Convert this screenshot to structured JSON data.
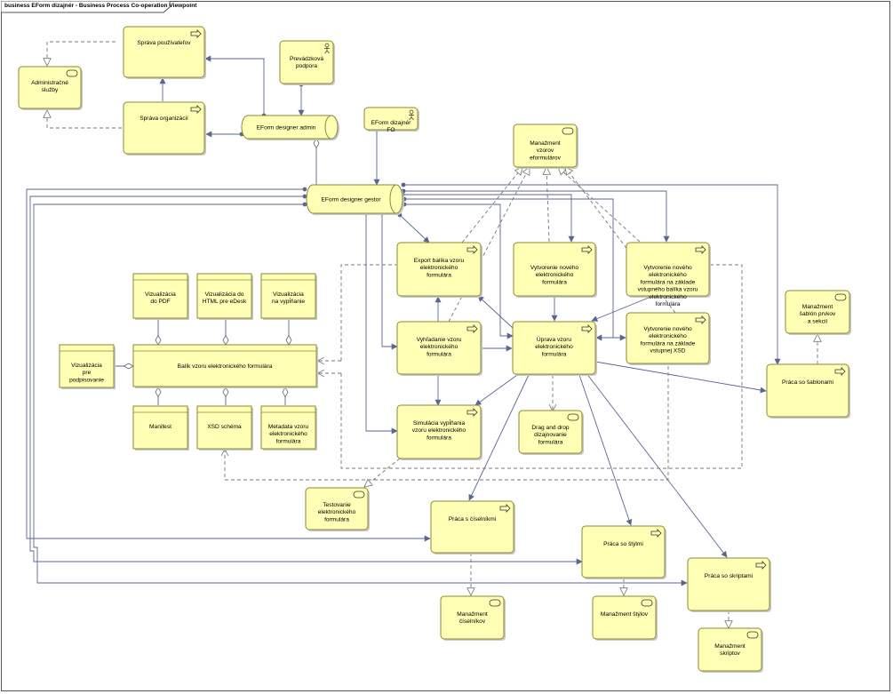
{
  "diagram_title": "business EForm dizajnér - Business Process Co-operation Viewpoint",
  "colors": {
    "element_fill": "#FFFFB5",
    "element_stroke": "#8A8A33",
    "line": "#5A6690",
    "dashed_line": "#777777"
  },
  "elements": {
    "sprava_pouzivatelov": "Správa používateľov",
    "administracne_sluzby": "Administračné služby",
    "sprava_organizacii": "Správa organizácií",
    "prevadzkova_podpora": "Prevádzková podpora",
    "eform_designer_admin": "EForm designer admin",
    "eform_dizajner_fo": "EForm dizajnér FO",
    "manazment_vzorov": "Manažment vzorov eformulárov",
    "eform_designer_gestor": "EForm designer gestor",
    "export_balika": "Export balíka vzoru elektronického formulára",
    "vytvorenie_noveho": "Vytvorenie nového elektronického formulára",
    "vytvorenie_z_balika": "Vytvorenie nového elektronického formulára na základe vstupného balíka vzoru elektronického formulára",
    "vizualizacia_pdf": "Vizualizácia do PDF",
    "vizualizacia_html": "Vizualizácia do HTML pre eDesk",
    "vizualizacia_vyplnanie": "Vizualizácia na vypĺňanie",
    "manazment_sablon": "Manažment šablón prvkov a sekcií",
    "vizualizacia_podpisovanie": "Vizualizácia pre podpisovanie",
    "balik_vzoru": "Balík vzoru elektronického formulára",
    "vyhladanie_vzoru": "Vyhľadanie vzoru elektronického formulára",
    "uprava_vzoru": "Úprava vzoru elektronického formulára",
    "vytvorenie_z_xsd": "Vytvorenie nového elektronického formulára na základe vstupnej XSD",
    "praca_so_sablonami": "Práca so šablonami",
    "manifest": "Manifest",
    "xsd_schema": "XSD schéma",
    "metadata_vzoru": "Metadata vzoru elektronického formulára",
    "simulacia_vyplnania": "Simulácia vypĺňania vzoru elektronického formulára",
    "drag_and_drop": "Drag and drop dizajnovanie formulára",
    "testovanie": "Testovanie elektronického formulára",
    "praca_s_ciselnikmi": "Práca s číselníkmi",
    "praca_so_stylmi": "Práca so štýlmi",
    "praca_so_skriptami": "Práca so skriptami",
    "manazment_ciselnikov": "Manažment číselníkov",
    "manazment_stylov": "Manažment štýlov",
    "manazment_skriptov": "Manažment skriptov"
  }
}
